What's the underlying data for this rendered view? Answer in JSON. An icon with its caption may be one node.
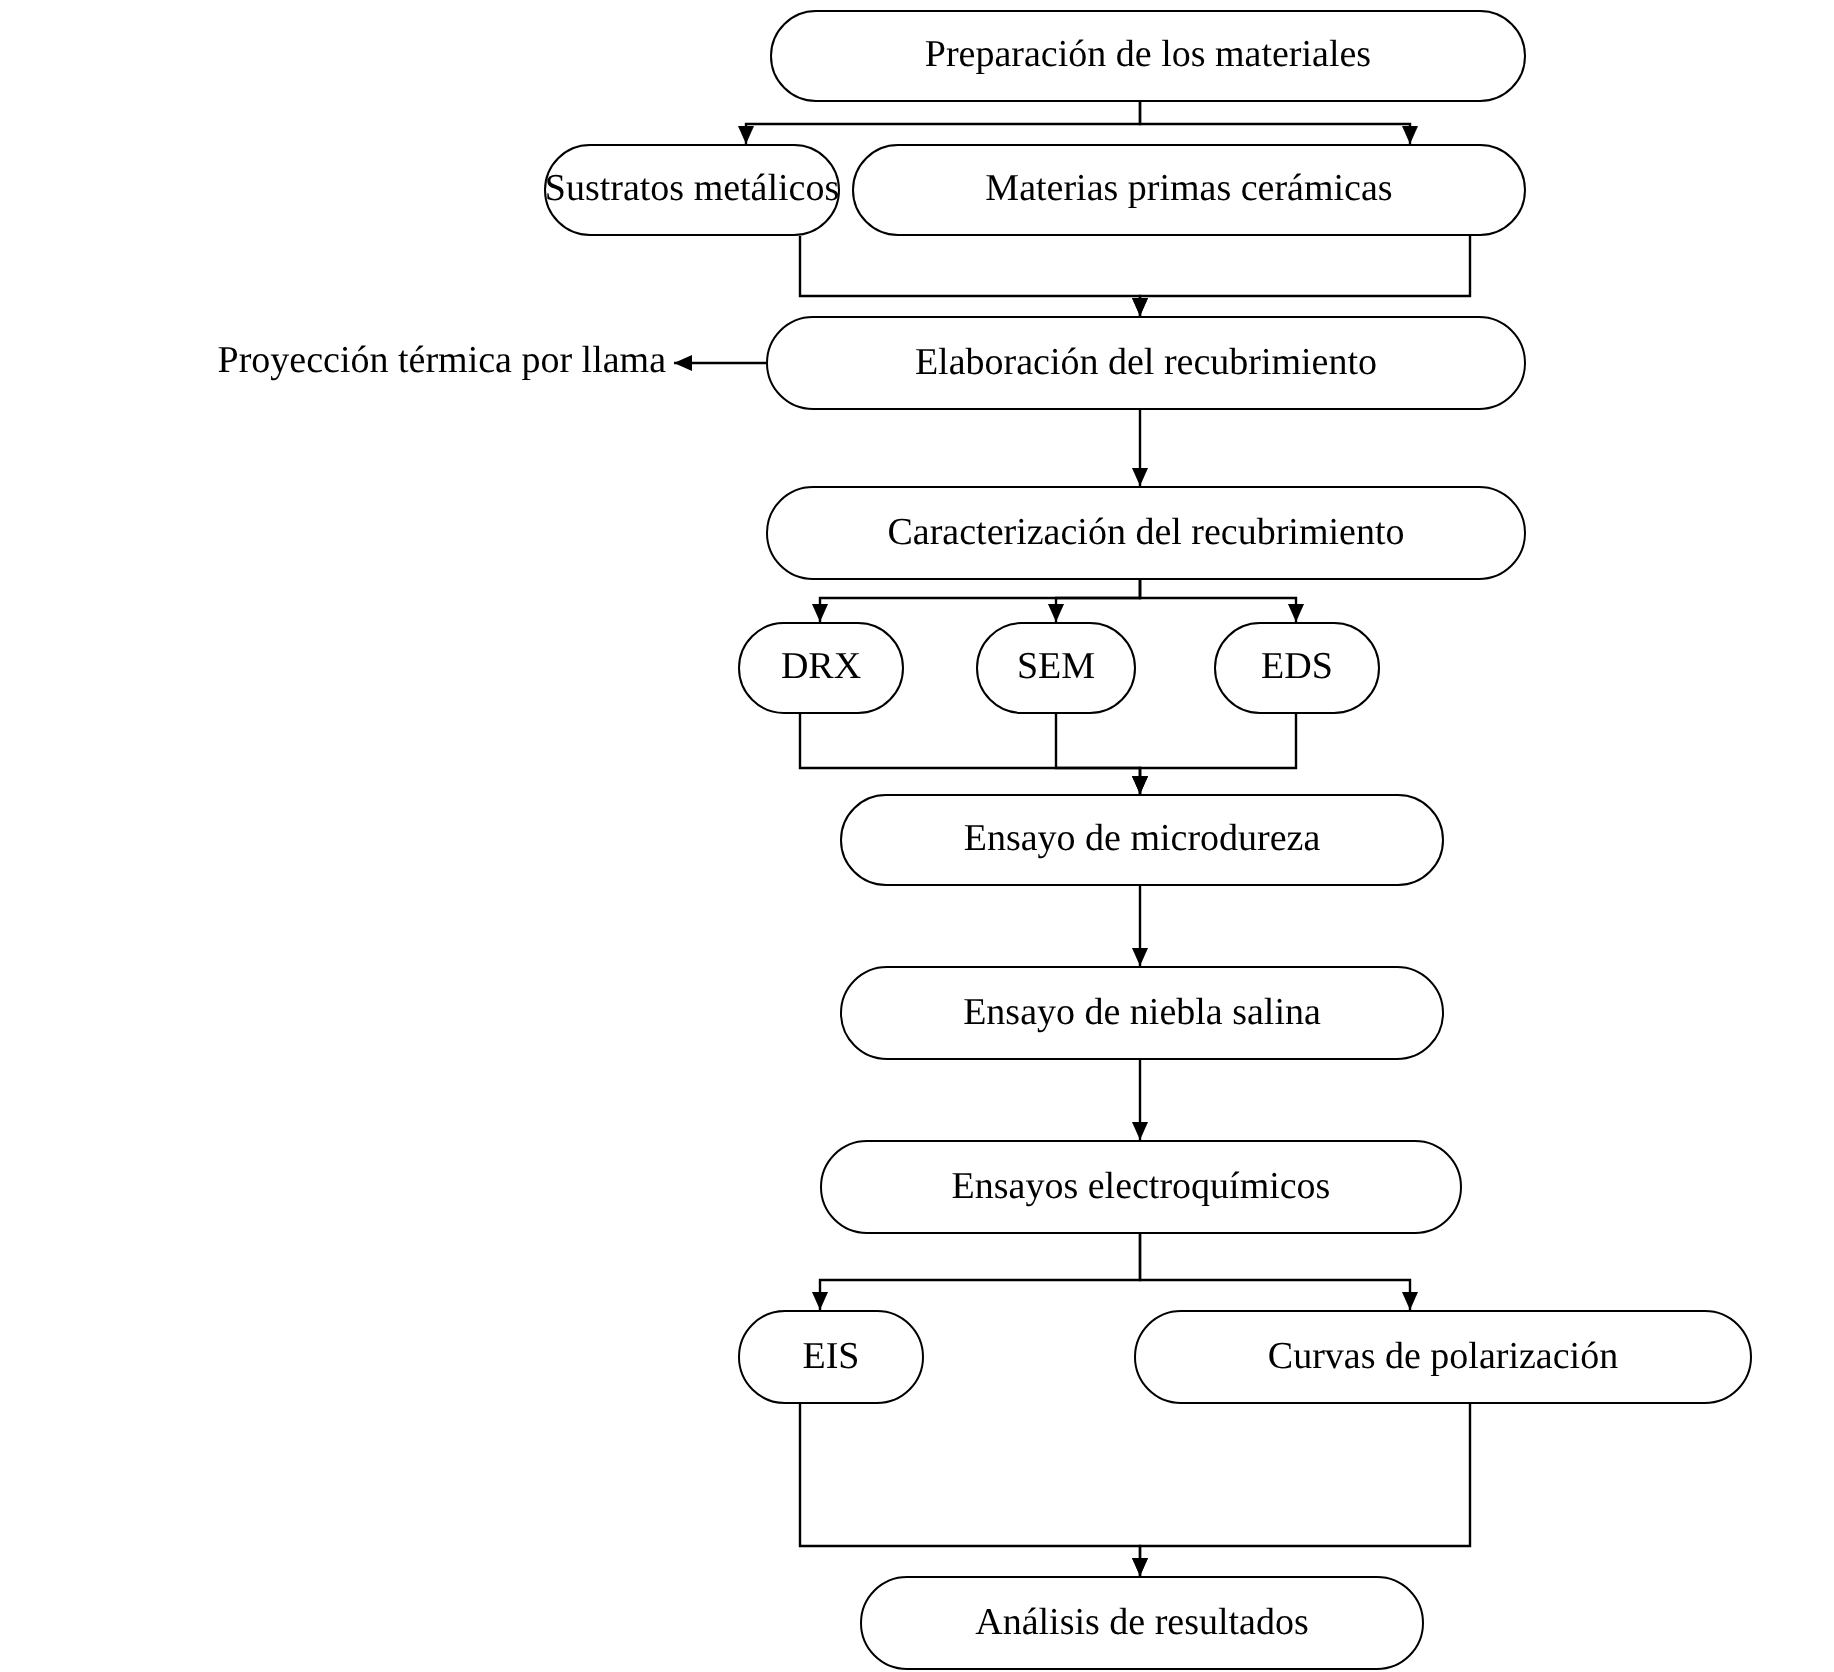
{
  "diagram": {
    "nodes": [
      {
        "text": [
          "Preparación de los materiales"
        ]
      },
      {
        "text": [
          "Sustratos metálicos"
        ]
      },
      {
        "text": [
          "Materias primas cerámicas"
        ]
      },
      {
        "text": [
          "Proyección térmica por llama"
        ]
      },
      {
        "text": [
          "Elaboración del recubrimiento"
        ]
      },
      {
        "text": [
          "Caracterización del recubrimiento"
        ]
      },
      {
        "text": [
          "DRX"
        ]
      },
      {
        "text": [
          "SEM"
        ]
      },
      {
        "text": [
          "EDS"
        ]
      },
      {
        "text": [
          "Ensayo de microdureza"
        ]
      },
      {
        "text": [
          "Ensayo de niebla salina"
        ]
      },
      {
        "text": [
          "Ensayos electroquímicos"
        ]
      },
      {
        "text": [
          "EIS"
        ]
      },
      {
        "text": [
          "Curvas de polarización"
        ]
      },
      {
        "text": [
          "Análisis de resultados"
        ]
      }
    ],
    "edges": [
      {
        "from": 0,
        "to": 1,
        "arrow": "to"
      },
      {
        "from": 0,
        "to": 2,
        "arrow": "to"
      },
      {
        "from": 1,
        "to": 4,
        "arrow": "to"
      },
      {
        "from": 2,
        "to": 4,
        "arrow": "to"
      },
      {
        "from": 4,
        "to": 3,
        "arrow": "to"
      },
      {
        "from": 4,
        "to": 5,
        "arrow": "to"
      },
      {
        "from": 5,
        "to": 6,
        "arrow": "to"
      },
      {
        "from": 5,
        "to": 7,
        "arrow": "to"
      },
      {
        "from": 5,
        "to": 8,
        "arrow": "to"
      },
      {
        "from": 6,
        "to": 9,
        "arrow": "to"
      },
      {
        "from": 7,
        "to": 9,
        "arrow": "to"
      },
      {
        "from": 8,
        "to": 9,
        "arrow": "to"
      },
      {
        "from": 9,
        "to": 10,
        "arrow": "to"
      },
      {
        "from": 10,
        "to": 11,
        "arrow": "to"
      },
      {
        "from": 11,
        "to": 12,
        "arrow": "to"
      },
      {
        "from": 11,
        "to": 13,
        "arrow": "to"
      },
      {
        "from": 12,
        "to": 14,
        "arrow": "to"
      },
      {
        "from": 13,
        "to": 14,
        "arrow": "to"
      }
    ]
  }
}
